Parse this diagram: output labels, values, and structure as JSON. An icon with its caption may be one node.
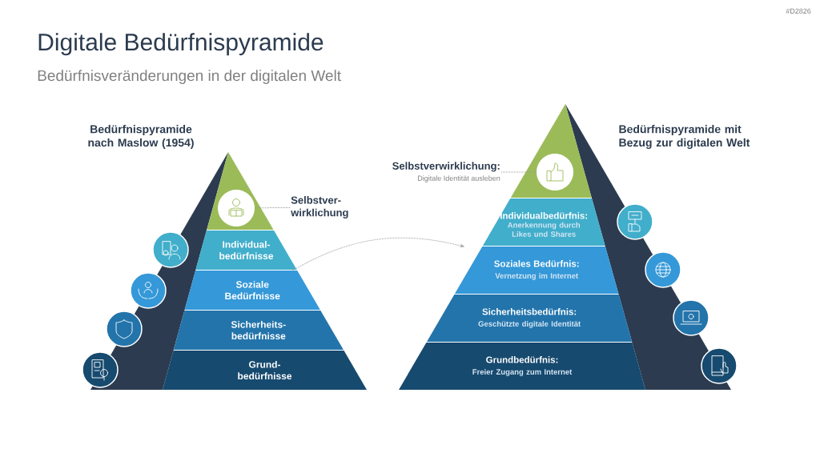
{
  "diagram": {
    "title": "Digitale Bedürfnispyramide",
    "nodes": [
      {
        "text": [],
        "shape": "triangle"
      },
      {
        "text": [],
        "shape": "circle",
        "in": 0
      },
      {
        "text": [
          "Selbstver- wirklichung"
        ]
      },
      {
        "text": [
          "Individual- bedürfnisse"
        ]
      },
      {
        "text": [
          "Soziale Bedürfnisse"
        ]
      },
      {
        "text": [
          "Sicherheits- bedürfnisse"
        ]
      },
      {
        "text": [
          "Grund- bedürfnisse"
        ]
      },
      {
        "text": [],
        "shape": "triangle"
      },
      {
        "text": [],
        "shape": "circle",
        "in": 7
      },
      {
        "text": [
          "Selbstverwirklichung:",
          "Digitale Identität ausleben"
        ]
      },
      {
        "text": [
          "Individualbedürfnis:",
          "Anerkennung durch Likes und Shares"
        ]
      },
      {
        "text": [
          "Soziales Bedürfnis:",
          "Vernetzung im Internet"
        ]
      },
      {
        "text": [
          "Sicherheitsbedürfnis:",
          "Geschützte digitale Identität"
        ]
      },
      {
        "text": [
          "Grundbedürfnis:",
          "Freier Zugang zum Internet"
        ]
      }
    ],
    "edges": [
      {
        "from": 2,
        "to": 1,
        "arrow": "none",
        "style": "dashed"
      },
      {
        "from": 9,
        "to": 8,
        "arrow": "none",
        "style": "dashed"
      },
      {
        "from": 4,
        "to": 11,
        "arrow": "to",
        "style": "dashed"
      }
    ],
    "labels": [
      "#D2826",
      "Bedürfnisveränderungen in der digitalen Welt",
      "Bedürfnispyramide nach Maslow (1954)",
      "Bedürfnispyramide mit Bezug zur digitalen Welt"
    ]
  }
}
